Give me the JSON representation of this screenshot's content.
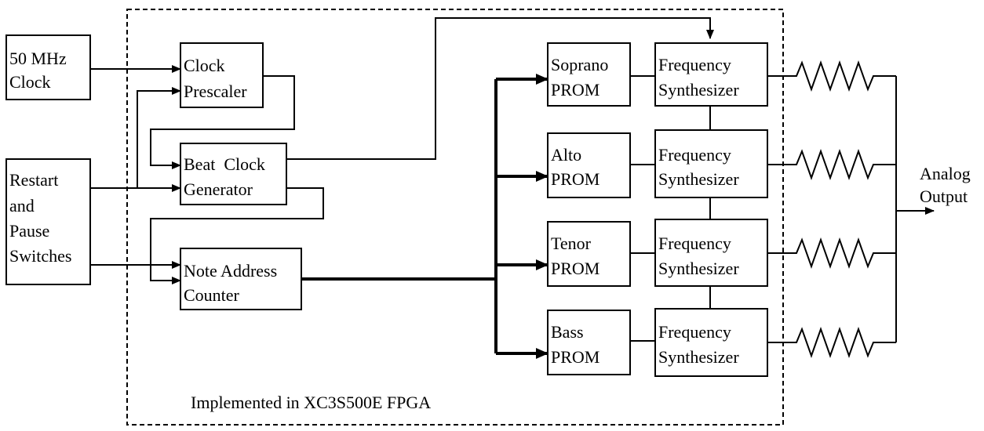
{
  "external": {
    "clock": [
      "50 MHz",
      "Clock"
    ],
    "switches": [
      "Restart",
      "and",
      "Pause",
      "Switches"
    ],
    "analog_output": [
      "Analog",
      "Output"
    ]
  },
  "fpga": {
    "label": "Implemented in XC3S500E FPGA",
    "clock_prescaler": [
      "Clock",
      "Prescaler"
    ],
    "beat_clock": [
      "Beat  Clock",
      "Generator"
    ],
    "note_counter": [
      "Note Address",
      "Counter"
    ],
    "proms": [
      {
        "lines": [
          "Soprano",
          "PROM"
        ]
      },
      {
        "lines": [
          "Alto",
          "PROM"
        ]
      },
      {
        "lines": [
          "Tenor",
          "PROM"
        ]
      },
      {
        "lines": [
          "Bass",
          "PROM"
        ]
      }
    ],
    "synthesizers": [
      {
        "lines": [
          "Frequency",
          "Synthesizer"
        ]
      },
      {
        "lines": [
          "Frequency",
          "Synthesizer"
        ]
      },
      {
        "lines": [
          "Frequency",
          "Synthesizer"
        ]
      },
      {
        "lines": [
          "Frequency",
          "Synthesizer"
        ]
      }
    ]
  }
}
